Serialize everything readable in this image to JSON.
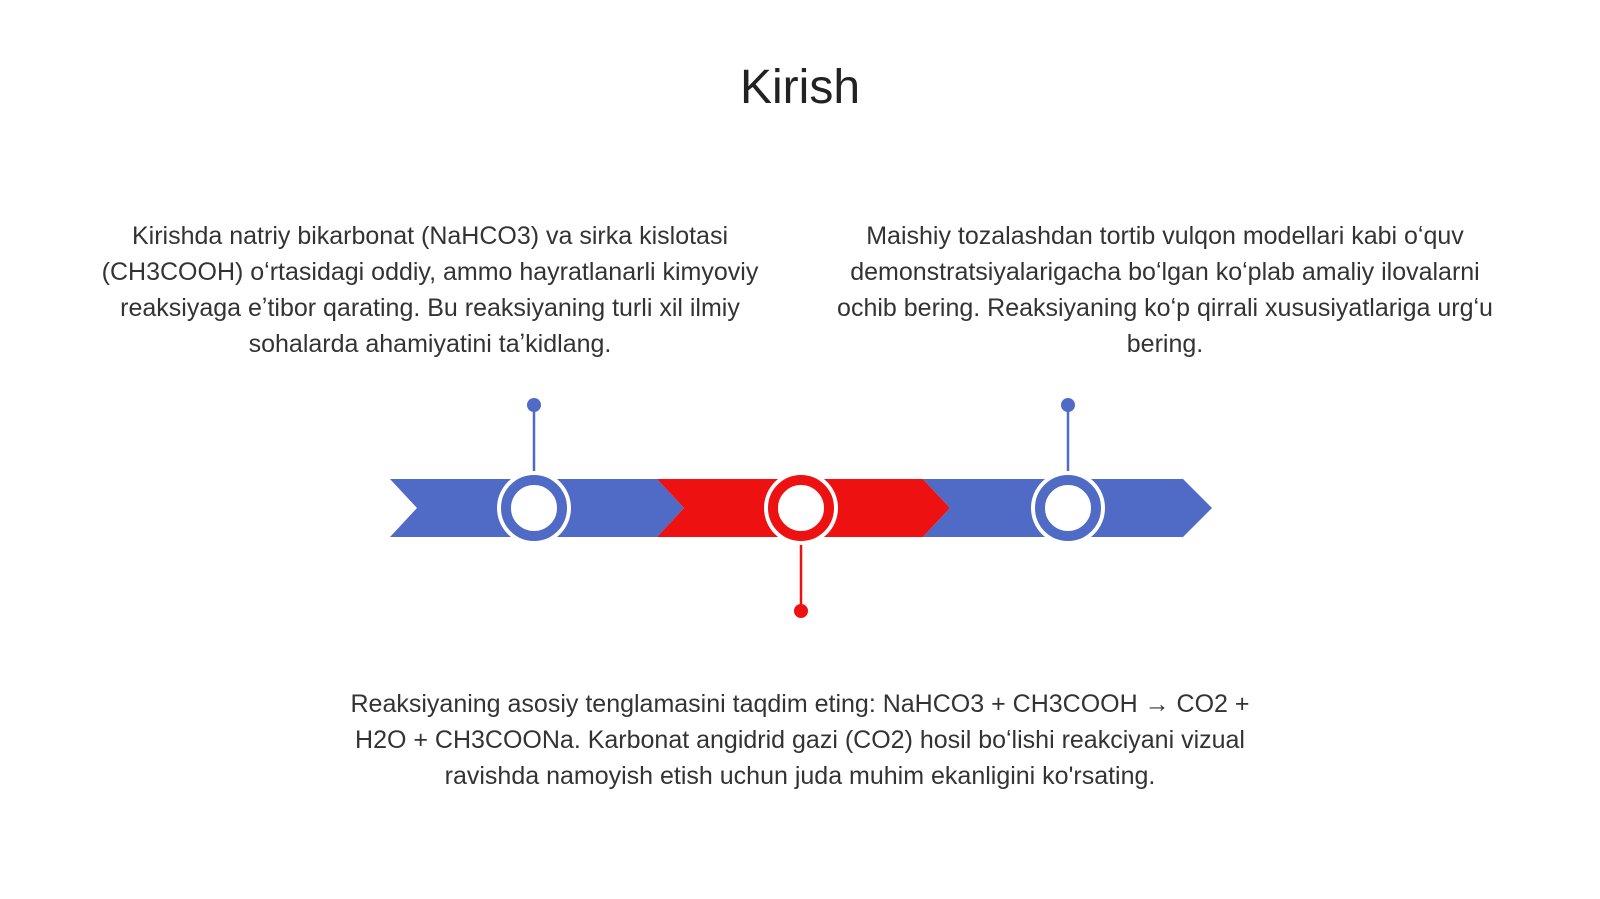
{
  "slide": {
    "title": "Kirish"
  },
  "blocks": [
    {
      "text": "Kirishda natriy bikarbonat (NaHCO3) va sirka kislotasi (CH3COOH) oʻrtasidagi oddiy, ammo hayratlanarli kimyoviy reaksiyaga eʼtibor qarating. Bu reaksiyaning turli xil ilmiy sohalarda ahamiyatini taʼkidlang."
    },
    {
      "text": "Maishiy tozalashdan tortib vulqon modellari kabi oʻquv demonstratsiyalarigacha boʻlgan koʻplab amaliy ilovalarni ochib bering. Reaksiyaning koʻp qirrali xususiyatlariga urgʻu bering."
    },
    {
      "text": "Reaksiyaning asosiy tenglamasini taqdim eting: NaHCO3 + CH3COOH → CO2 + H2O + CH3COONa. Karbonat angidrid gazi (CO2) hosil boʻlishi reakciyani vizual ravishda namoyish etish uchun juda muhim ekanligini ko'rsating."
    }
  ],
  "colors": {
    "blue": "#4f6bc5",
    "red": "#ee1111"
  }
}
